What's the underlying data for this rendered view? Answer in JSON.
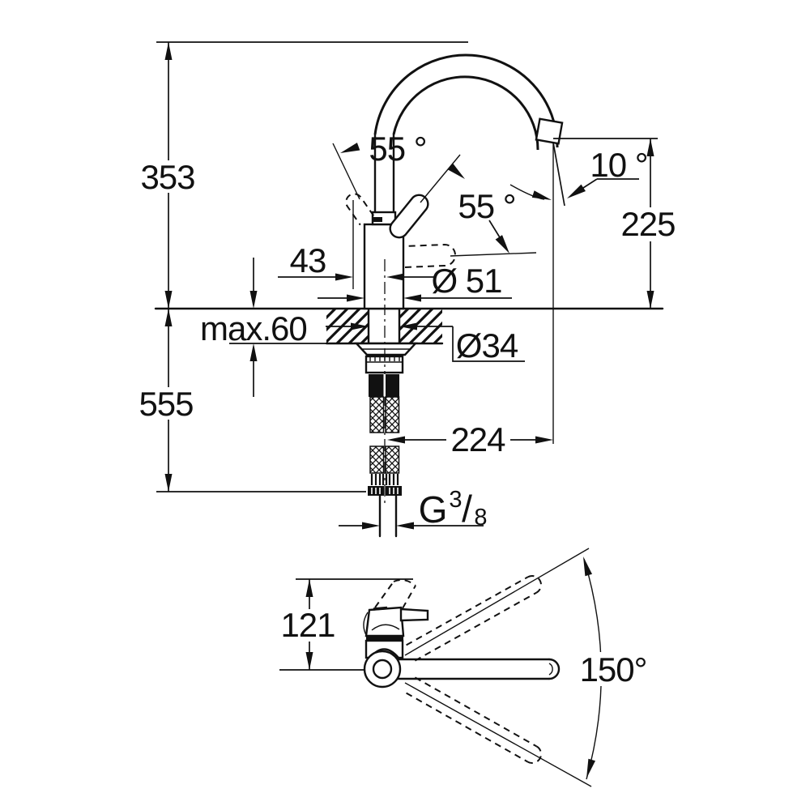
{
  "drawing": {
    "title": "Kitchen faucet dimensional drawing",
    "labels": {
      "overall_height": "353",
      "spout_outlet_height": "225",
      "below_counter_depth": "555",
      "counter_thickness": "max.60",
      "handle_clearance": "43",
      "body_diameter": "Ø 51",
      "hole_diameter": "Ø34",
      "spout_reach": "224",
      "outlet_angle": "10 °",
      "handle_open_angle": "55 °",
      "handle_side_angle": "55 °",
      "handle_height": "121",
      "swivel_range": "150°",
      "thread_g": "G",
      "thread_numerator": "3",
      "thread_slash": "/",
      "thread_denominator": "8"
    }
  }
}
